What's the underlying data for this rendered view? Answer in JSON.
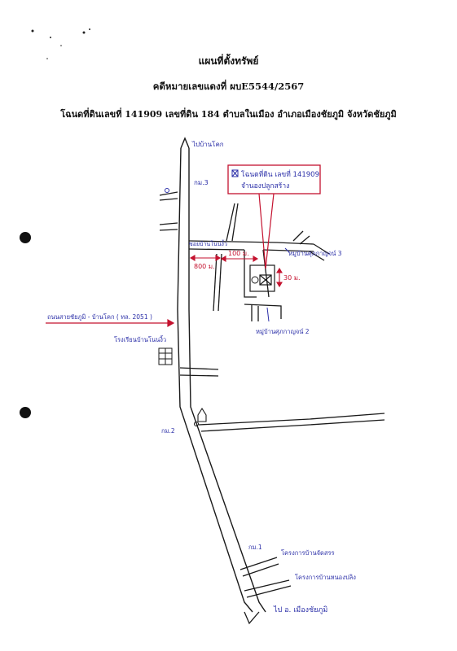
{
  "title": "แผนที่ตั้งทรัพย์",
  "case_line": "คดีหมายเลขแดงที่  ผบE5544/2567",
  "deed_line": "โฉนดที่ดินเลขที่ 141909  เลขที่ดิน  184  ตำบลในเมือง  อำเภอเมืองชัยภูมิ  จังหวัดชัยภูมิ",
  "callout": {
    "line1": "โฉนดที่ดิน เลขที่ 141909",
    "line2": "จำนองปลูกสร้าง"
  },
  "labels": {
    "to_top": "ไปบ้านโคก",
    "km3": "กม.3",
    "village_road": "ซอยบ้านโนนงิ้ว",
    "dist_800": "800 ม.",
    "dist_100": "100 ม.",
    "dist_30": "30 ม.",
    "moo3": "หมู่บ้านศุภกาญจน์ 3",
    "moo2": "หมู่บ้านศุภกาญจน์ 2",
    "highway": "ถนนสายชัยภูมิ - บ้านโคก ( ทล. 2051 )",
    "school": "โรงเรียนบ้านโนนงิ้ว",
    "km2": "กม.2",
    "km1": "กม.1",
    "project1": "โครงการบ้านจัดสรร",
    "project2": "โครงการบ้านหนองปลิง",
    "to_bottom": "ไป อ. เมืองชัยภูมิ"
  },
  "colors": {
    "ink": "#1a1a1a",
    "blue_pen": "#2b2fa8",
    "red_pen": "#c4122f"
  }
}
